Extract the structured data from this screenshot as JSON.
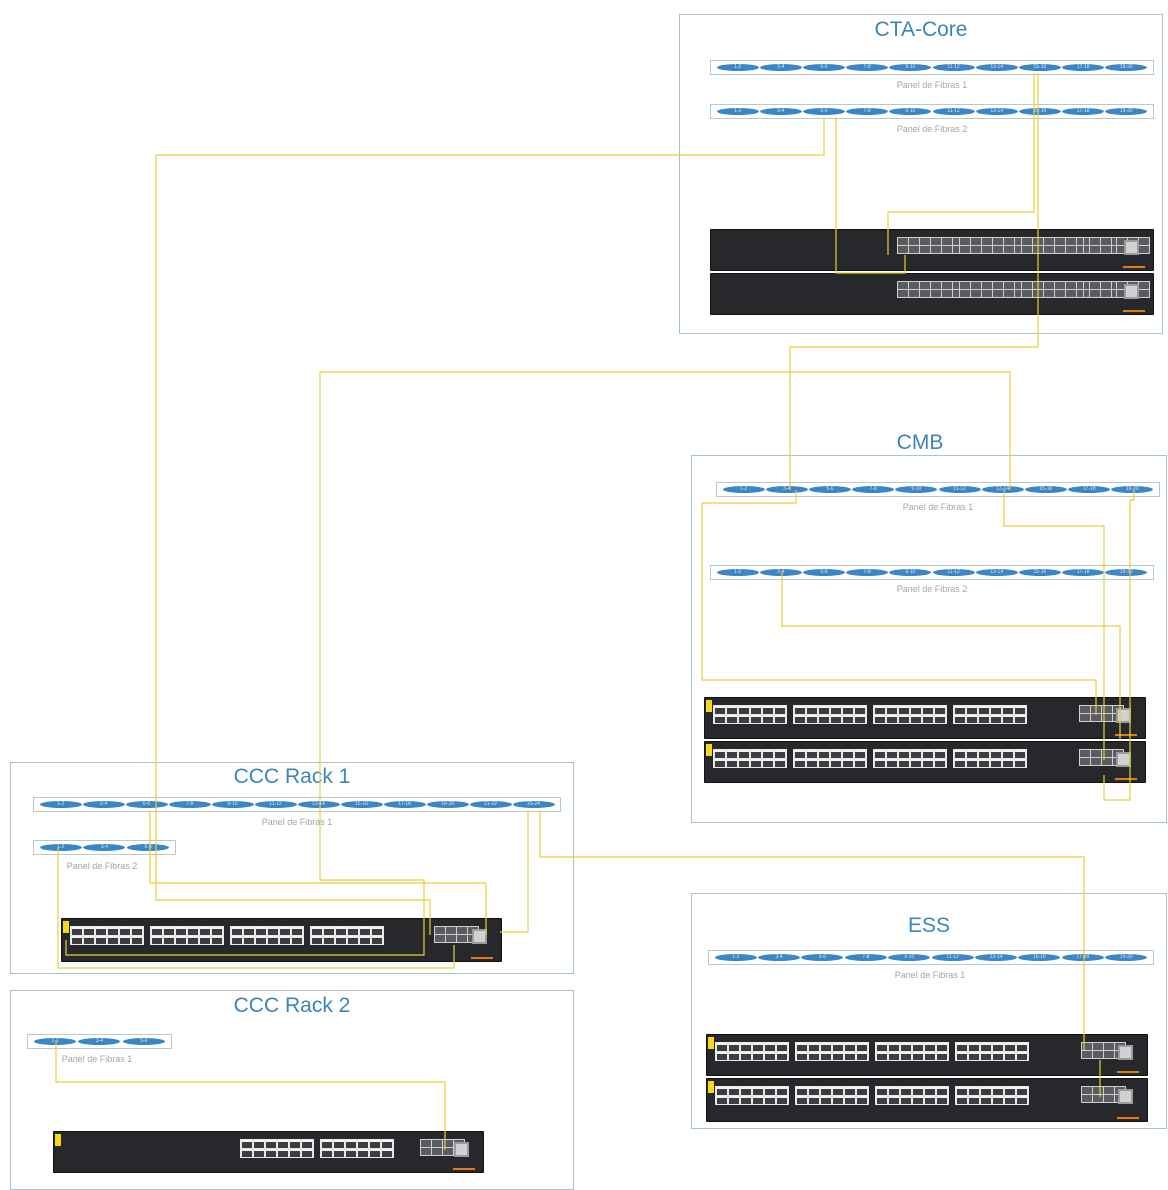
{
  "diagram": {
    "fiber_color": "#e8cf3a",
    "frame_color": "#a7c4d6",
    "title_color": "#3d85b8",
    "port_color": "#3a86c7",
    "switch_color": "#27282b"
  },
  "racks": {
    "cta_core": {
      "title": "CTA-Core",
      "panel1": {
        "label": "Panel de Fibras 1",
        "ports": [
          "1-2",
          "3-4",
          "5-6",
          "7-8",
          "9-10",
          "11-12",
          "13-14",
          "15-16",
          "17-18",
          "19-20"
        ]
      },
      "panel2": {
        "label": "Panel de Fibras 2",
        "ports": [
          "1-2",
          "3-4",
          "5-6",
          "7-8",
          "9-10",
          "11-12",
          "13-14",
          "15-16",
          "17-18",
          "19-20"
        ]
      }
    },
    "cmb": {
      "title": "CMB",
      "panel1": {
        "label": "Panel de Fibras 1",
        "ports": [
          "1-2",
          "3-4",
          "5-6",
          "7-8",
          "9-10",
          "11-12",
          "13-14",
          "15-16",
          "17-18",
          "19-20"
        ]
      },
      "panel2": {
        "label": "Panel de Fibras 2",
        "ports": [
          "1-2",
          "3-4",
          "5-6",
          "7-8",
          "9-10",
          "11-12",
          "13-14",
          "15-16",
          "17-18",
          "19-20"
        ]
      }
    },
    "ccc_rack1": {
      "title": "CCC Rack 1",
      "panel1": {
        "label": "Panel de Fibras 1",
        "ports": [
          "1-2",
          "3-4",
          "5-6",
          "7-8",
          "9-10",
          "11-12",
          "13-14",
          "15-16",
          "17-18",
          "19-20",
          "21-22",
          "23-24"
        ]
      },
      "panel2": {
        "label": "Panel de Fibras 2",
        "ports": [
          "1-2",
          "3-4",
          "5-6"
        ]
      }
    },
    "ccc_rack2": {
      "title": "CCC Rack 2",
      "panel1": {
        "label": "Panel de Fibras 1",
        "ports": [
          "1-2",
          "3-4",
          "5-6"
        ]
      }
    },
    "ess": {
      "title": "ESS",
      "panel1": {
        "label": "Panel de Fibras 1",
        "ports": [
          "1-2",
          "3-4",
          "5-6",
          "7-8",
          "9-10",
          "11-12",
          "13-14",
          "15-16",
          "17-18",
          "19-20"
        ]
      }
    }
  }
}
